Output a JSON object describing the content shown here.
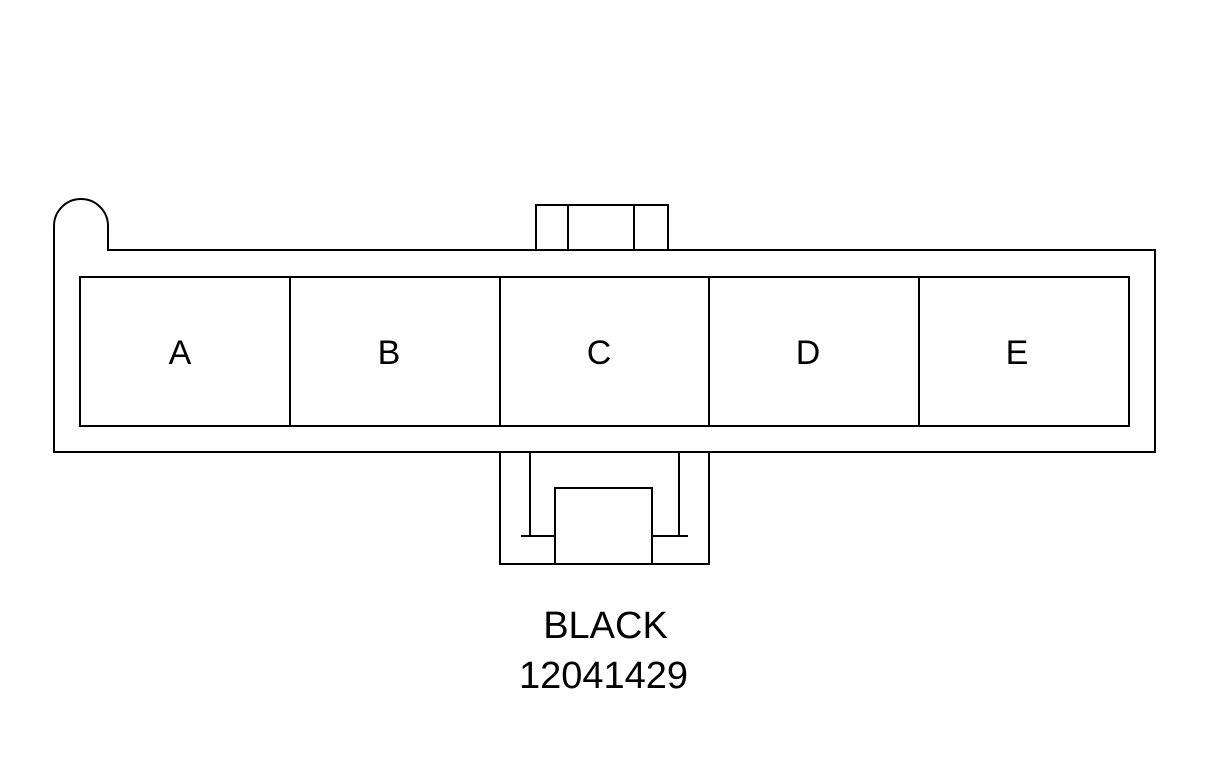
{
  "connector": {
    "cavities": [
      {
        "label": "A"
      },
      {
        "label": "B"
      },
      {
        "label": "C"
      },
      {
        "label": "D"
      },
      {
        "label": "E"
      }
    ],
    "color": "BLACK",
    "part_number": "12041429"
  },
  "colors": {
    "stroke": "#000000",
    "background": "#ffffff"
  }
}
